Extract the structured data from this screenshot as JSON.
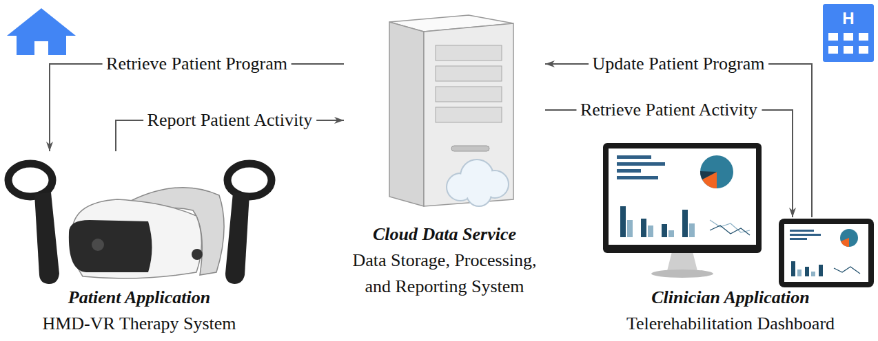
{
  "diagram": {
    "nodes": [
      {
        "text": [
          "Patient Application",
          "HMD-VR Therapy System"
        ]
      },
      {
        "text": [
          "Cloud Data Service",
          "Data Storage, Processing, and Reporting System"
        ]
      },
      {
        "text": [
          "Clinician Application",
          "Telerehabilitation Dashboard"
        ]
      }
    ],
    "edges": [
      {
        "from": 1,
        "to": 0,
        "arrow": "to",
        "label": "Retrieve Patient Program"
      },
      {
        "from": 0,
        "to": 1,
        "arrow": "to",
        "label": "Report Patient Activity"
      },
      {
        "from": 2,
        "to": 1,
        "arrow": "to",
        "label": "Update Patient Program"
      },
      {
        "from": 1,
        "to": 2,
        "arrow": "to",
        "label": "Retrieve Patient Activity"
      }
    ],
    "labels": [
      "H"
    ]
  }
}
